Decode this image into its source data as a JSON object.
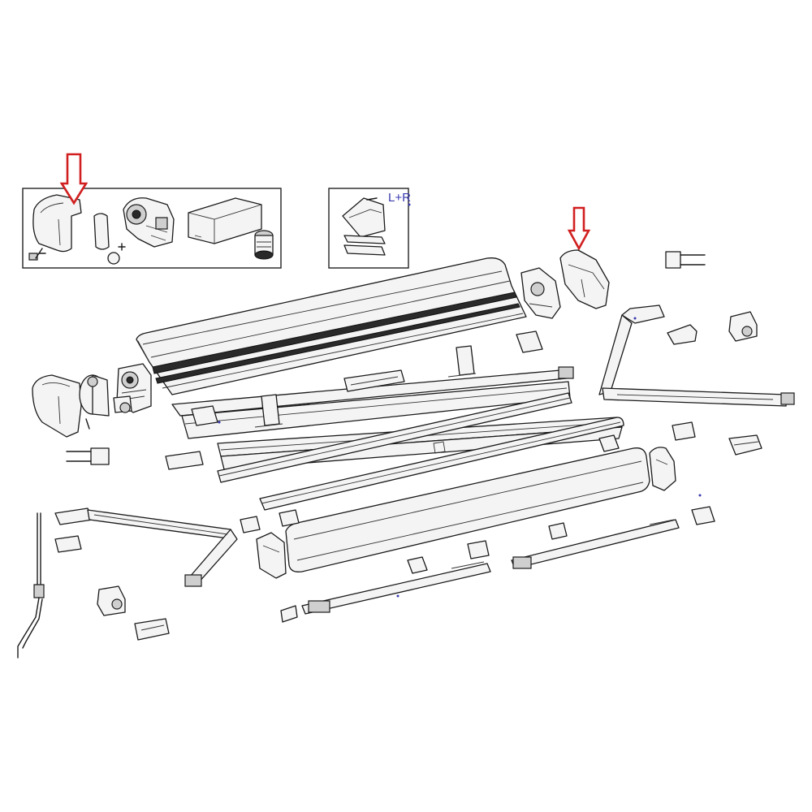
{
  "figure": {
    "type": "exploded-parts-diagram",
    "inset_right_label": "L+R"
  },
  "colors": {
    "highlight_arrow": "#d11f1f",
    "label_text": "#3b3bb0",
    "line_art": "#1a1a1a",
    "background": "#ffffff"
  },
  "callouts": {
    "count": 2,
    "icon": "down-arrow-icon"
  }
}
